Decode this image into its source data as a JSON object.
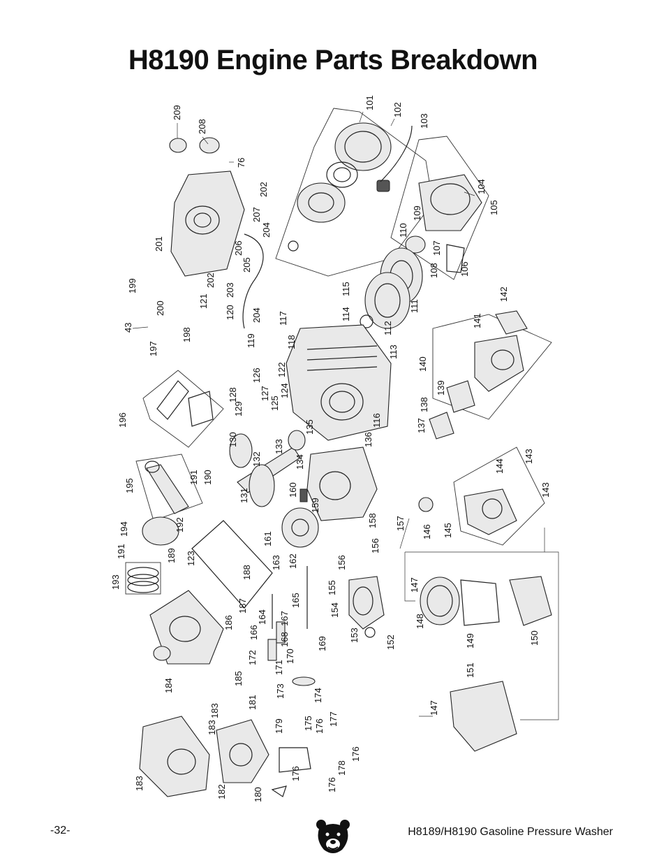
{
  "page": {
    "title": "H8190 Engine Parts Breakdown",
    "page_number": "-32-",
    "footer_text": "H8189/H8190 Gasoline Pressure Washer",
    "logo_icon": "grizzly-bear-icon"
  },
  "part_labels": [
    "101",
    "102",
    "103",
    "104",
    "105",
    "106",
    "107",
    "108",
    "109",
    "110",
    "111",
    "112",
    "113",
    "114",
    "115",
    "116",
    "117",
    "118",
    "119",
    "120",
    "121",
    "122",
    "123",
    "124",
    "125",
    "126",
    "127",
    "128",
    "129",
    "130",
    "131",
    "132",
    "133",
    "134",
    "135",
    "136",
    "137",
    "138",
    "139",
    "140",
    "141",
    "142",
    "143",
    "144",
    "145",
    "146",
    "147",
    "148",
    "149",
    "150",
    "151",
    "152",
    "153",
    "154",
    "155",
    "156",
    "157",
    "158",
    "159",
    "160",
    "161",
    "162",
    "163",
    "164",
    "165",
    "166",
    "167",
    "168",
    "169",
    "170",
    "171",
    "172",
    "173",
    "174",
    "175",
    "176",
    "177",
    "178",
    "179",
    "180",
    "181",
    "182",
    "183",
    "184",
    "185",
    "186",
    "187",
    "188",
    "189",
    "190",
    "191",
    "192",
    "193",
    "194",
    "195",
    "196",
    "197",
    "198",
    "199",
    "200",
    "201",
    "202",
    "203",
    "204",
    "205",
    "206",
    "207",
    "208",
    "209",
    "43",
    "76"
  ]
}
